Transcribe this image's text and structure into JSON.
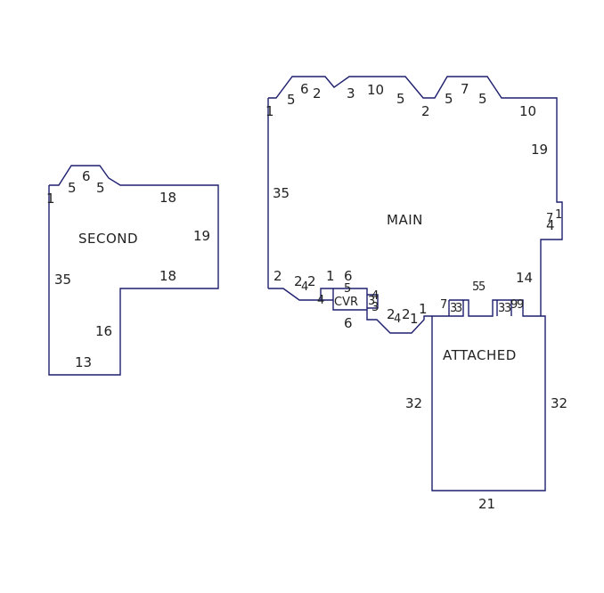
{
  "areas": {
    "second": "SECOND",
    "main": "MAIN",
    "attached": "ATTACHED",
    "cover": "CVR"
  },
  "second_dims": {
    "top_left": "1",
    "bay_left": "5",
    "bay_mid": "6",
    "bay_right": "5",
    "top_right": "18",
    "right": "19",
    "inner_top": "18",
    "left": "35",
    "inner_side": "16",
    "bottom": "13"
  },
  "main_dims": {
    "left_short": "1",
    "t1": "5",
    "t2": "6",
    "t3": "2",
    "t4": "3",
    "t5": "10",
    "t6": "5",
    "t7": "2",
    "t8": "5",
    "t9": "7",
    "t10": "5",
    "top_right": "10",
    "right_upper": "19",
    "left": "35",
    "jog_a": "7",
    "jog_b": "1",
    "jog_c": "4",
    "right_lower": "14",
    "bottom_left": "2",
    "b1": "2",
    "b2": "4",
    "b3": "2",
    "b4": "1",
    "b5": "6",
    "b6": "5",
    "c1": "4",
    "c2": "3",
    "c3": "4",
    "c4": "3",
    "c5": "6",
    "d1": "2",
    "d2": "4",
    "d3": "2",
    "d4": "1",
    "d5": "1",
    "e1": "7",
    "e2": "3",
    "e3": "3",
    "e4": "5",
    "e5": "5",
    "e6": "3",
    "e7": "3",
    "e8": "9",
    "e9": "9"
  },
  "attached_dims": {
    "left": "32",
    "right": "32",
    "bottom": "21"
  }
}
